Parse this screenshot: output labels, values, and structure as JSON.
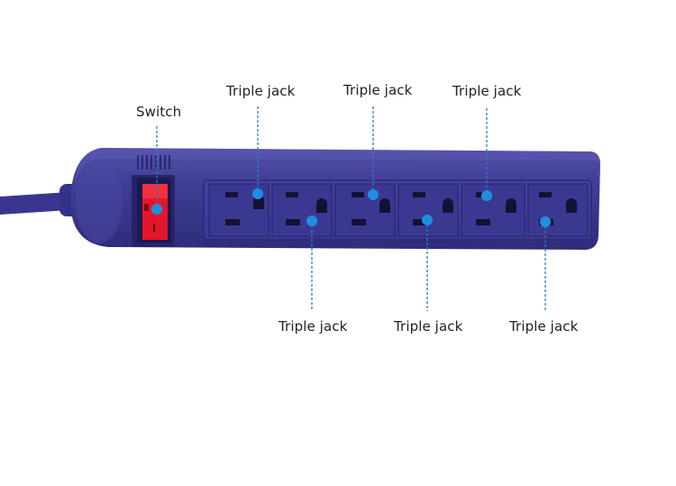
{
  "labels": {
    "switch": "Switch",
    "jack_top_1": "Triple jack",
    "jack_top_2": "Triple jack",
    "jack_top_3": "Triple jack",
    "jack_bottom_1": "Triple jack",
    "jack_bottom_2": "Triple jack",
    "jack_bottom_3": "Triple jack"
  },
  "colors": {
    "strip_body": "#3f3c91",
    "strip_dark": "#2b2872",
    "strip_light": "#5a56b0",
    "switch_red": "#e3162b",
    "callout_dot": "#1e8fe0",
    "callout_line": "#2a7fc0"
  },
  "icons": {
    "outlet": "nema-5-15-outlet-icon",
    "switch": "rocker-switch-icon"
  },
  "outlet_count": 6
}
